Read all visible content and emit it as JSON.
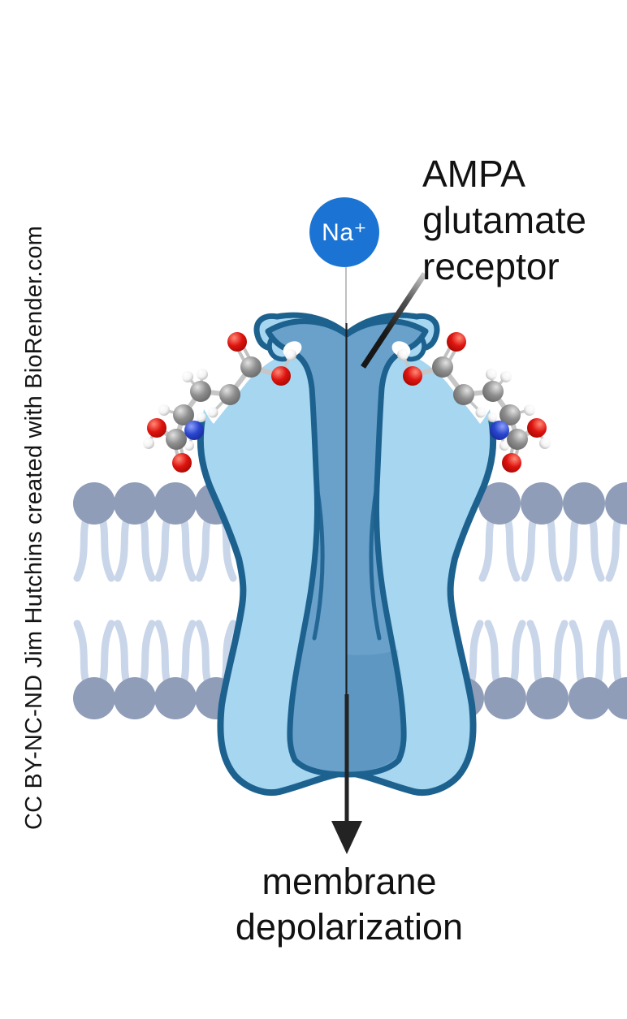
{
  "watermark": "CC BY-NC-ND Jim Hutchins created with BioRender.com",
  "labels": {
    "ion": "Na⁺",
    "receptor": "AMPA\nglutamate\nreceptor",
    "result": "membrane\ndepolarization"
  },
  "elements": {
    "ion": "sodium-ion",
    "channel": "ampa-receptor-channel",
    "membrane": "lipid-bilayer",
    "ligands": "glutamate-molecules"
  },
  "colors": {
    "na": "#1b74d4",
    "membrane_head": "#8f9db8",
    "membrane_tail": "#c9d6ea",
    "receptor_body": "#a6d6f0",
    "receptor_pore": "#69a1cb",
    "receptor_outline": "#1d618f",
    "arrow": "#232323",
    "ink": "#111111",
    "atom_c": "#8e8e8e",
    "atom_o": "#de1410",
    "atom_n": "#2946cd",
    "atom_h": "#f4f4f4",
    "bond": "#c6c6c6"
  }
}
